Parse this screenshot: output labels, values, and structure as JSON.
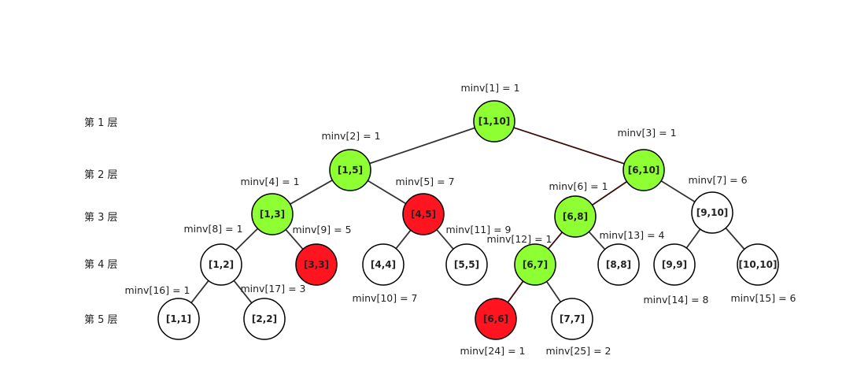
{
  "colors": {
    "green": "#8eff33",
    "red": "#ff1420",
    "white": "#ffffff",
    "edge": "#333333",
    "edge_highlight": "#3a0a0a"
  },
  "layers": [
    "第 1 层",
    "第 2 层",
    "第 3 层",
    "第 4 层",
    "第 5 层"
  ],
  "nodes": [
    {
      "id": 1,
      "label": "[1,10]",
      "fill": "green",
      "annotation": "minv[1] = 1"
    },
    {
      "id": 2,
      "label": "[1,5]",
      "fill": "green",
      "annotation": "minv[2] = 1"
    },
    {
      "id": 3,
      "label": "[6,10]",
      "fill": "green",
      "annotation": "minv[3] = 1"
    },
    {
      "id": 4,
      "label": "[1,3]",
      "fill": "green",
      "annotation": "minv[4] = 1"
    },
    {
      "id": 5,
      "label": "[4,5]",
      "fill": "red",
      "annotation": "minv[5] = 7"
    },
    {
      "id": 6,
      "label": "[6,8]",
      "fill": "green",
      "annotation": "minv[6] = 1"
    },
    {
      "id": 7,
      "label": "[9,10]",
      "fill": "white",
      "annotation": "minv[7] = 6"
    },
    {
      "id": 8,
      "label": "[1,2]",
      "fill": "white",
      "annotation": "minv[8] = 1"
    },
    {
      "id": 9,
      "label": "[3,3]",
      "fill": "red",
      "annotation": "minv[9] = 5"
    },
    {
      "id": 10,
      "label": "[4,4]",
      "fill": "white",
      "annotation": "minv[10] = 7"
    },
    {
      "id": 11,
      "label": "[5,5]",
      "fill": "white",
      "annotation": "minv[11] = 9"
    },
    {
      "id": 12,
      "label": "[6,7]",
      "fill": "green",
      "annotation": "minv[12] = 1"
    },
    {
      "id": 13,
      "label": "[8,8]",
      "fill": "white",
      "annotation": "minv[13] = 4"
    },
    {
      "id": 14,
      "label": "[9,9]",
      "fill": "white",
      "annotation": "minv[14] = 8"
    },
    {
      "id": 15,
      "label": "[10,10]",
      "fill": "white",
      "annotation": "minv[15] = 6"
    },
    {
      "id": 16,
      "label": "[1,1]",
      "fill": "white",
      "annotation": "minv[16] = 1"
    },
    {
      "id": 17,
      "label": "[2,2]",
      "fill": "white",
      "annotation": "minv[17] = 3"
    },
    {
      "id": 24,
      "label": "[6,6]",
      "fill": "red",
      "annotation": "minv[24] = 1"
    },
    {
      "id": 25,
      "label": "[7,7]",
      "fill": "white",
      "annotation": "minv[25] = 2"
    }
  ],
  "edges": [
    {
      "from": 1,
      "to": 2,
      "highlight": false
    },
    {
      "from": 1,
      "to": 3,
      "highlight": true
    },
    {
      "from": 2,
      "to": 4,
      "highlight": false
    },
    {
      "from": 2,
      "to": 5,
      "highlight": false
    },
    {
      "from": 3,
      "to": 6,
      "highlight": true
    },
    {
      "from": 3,
      "to": 7,
      "highlight": false
    },
    {
      "from": 4,
      "to": 8,
      "highlight": false
    },
    {
      "from": 4,
      "to": 9,
      "highlight": false
    },
    {
      "from": 5,
      "to": 10,
      "highlight": false
    },
    {
      "from": 5,
      "to": 11,
      "highlight": false
    },
    {
      "from": 6,
      "to": 12,
      "highlight": true
    },
    {
      "from": 6,
      "to": 13,
      "highlight": false
    },
    {
      "from": 7,
      "to": 14,
      "highlight": false
    },
    {
      "from": 7,
      "to": 15,
      "highlight": false
    },
    {
      "from": 8,
      "to": 16,
      "highlight": false
    },
    {
      "from": 8,
      "to": 17,
      "highlight": false
    },
    {
      "from": 12,
      "to": 24,
      "highlight": true
    },
    {
      "from": 12,
      "to": 25,
      "highlight": false
    }
  ]
}
